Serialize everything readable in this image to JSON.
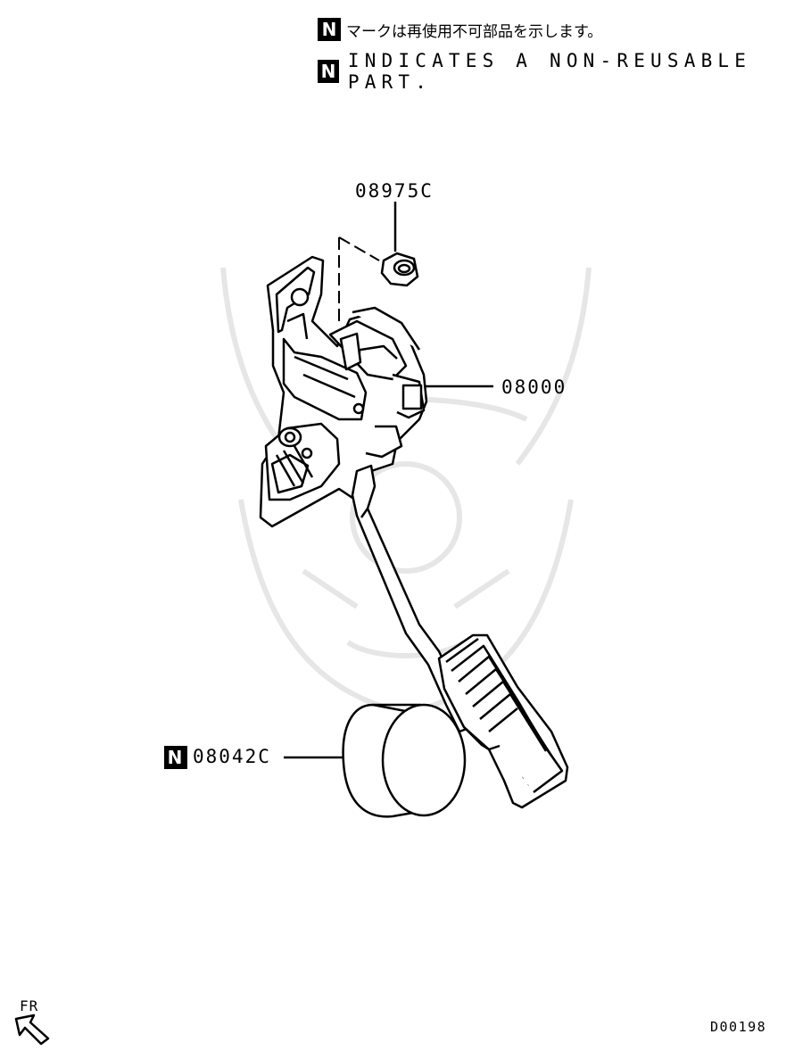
{
  "legend": {
    "badge": "N",
    "japanese": "マークは再使用不可部品を示します。",
    "english": "INDICATES A NON-REUSABLE PART."
  },
  "parts": {
    "nut": {
      "number": "08975C"
    },
    "pedal_assembly": {
      "number": "08000"
    },
    "pad": {
      "number": "08042C",
      "badge": "N"
    }
  },
  "direction": {
    "label": "FR"
  },
  "diagram_code": "D00198"
}
